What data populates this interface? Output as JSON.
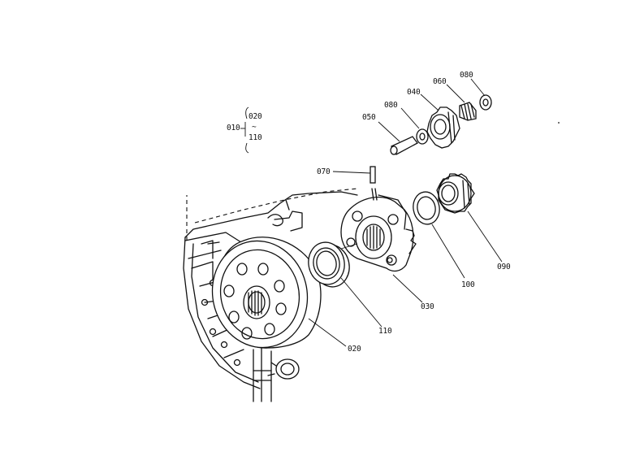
{
  "legend": {
    "parent": "010",
    "from": "020",
    "tilde": "~",
    "to": "110"
  },
  "callouts": [
    {
      "id": "080a",
      "text": "080"
    },
    {
      "id": "060",
      "text": "060"
    },
    {
      "id": "040",
      "text": "040"
    },
    {
      "id": "080b",
      "text": "080"
    },
    {
      "id": "050",
      "text": "050"
    },
    {
      "id": "070",
      "text": "070"
    },
    {
      "id": "090",
      "text": "090"
    },
    {
      "id": "100",
      "text": "100"
    },
    {
      "id": "030",
      "text": "030"
    },
    {
      "id": "110",
      "text": "110"
    },
    {
      "id": "020",
      "text": "020"
    }
  ],
  "colors": {
    "ink": "#111111",
    "paper": "#ffffff"
  }
}
